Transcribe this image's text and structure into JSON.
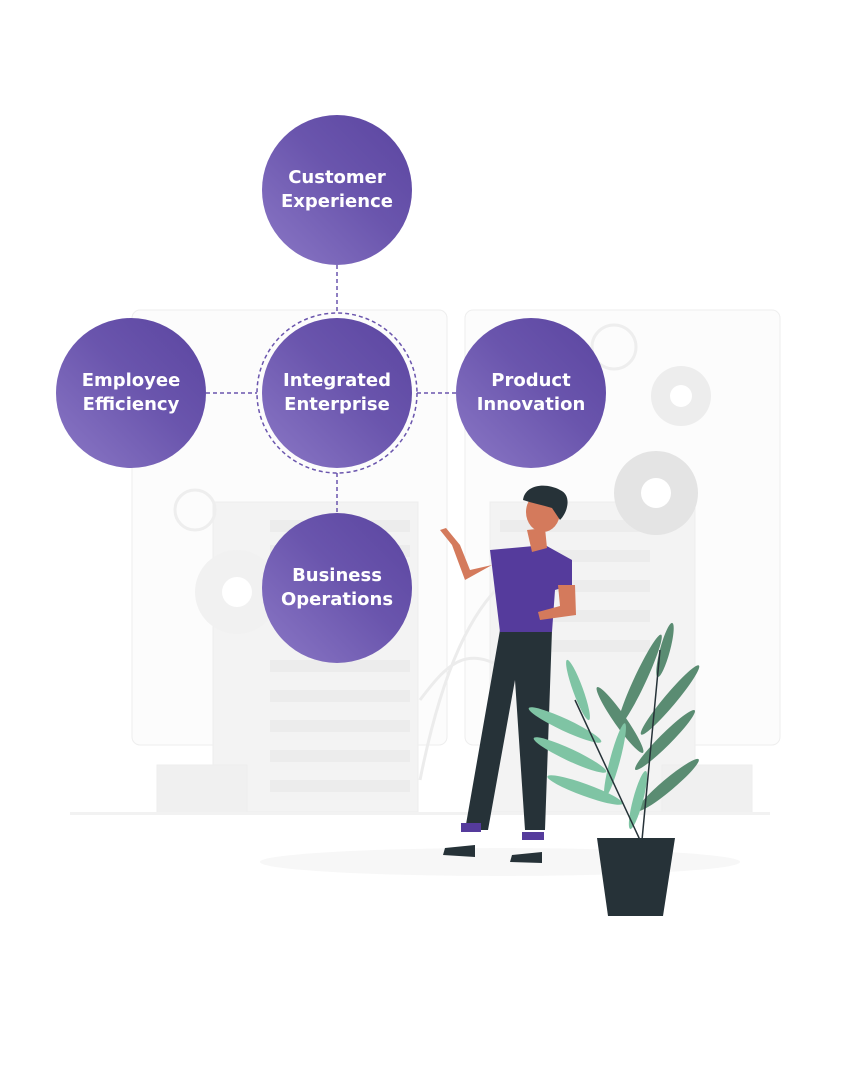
{
  "diagram": {
    "center": {
      "line1": "Integrated",
      "line2": "Enterprise"
    },
    "nodes": [
      {
        "id": "top",
        "line1": "Customer",
        "line2": "Experience"
      },
      {
        "id": "left",
        "line1": "Employee",
        "line2": "Efficiency"
      },
      {
        "id": "right",
        "line1": "Product",
        "line2": "Innovation"
      },
      {
        "id": "bottom",
        "line1": "Business",
        "line2": "Operations"
      }
    ]
  },
  "colors": {
    "accent": "#5b45a0",
    "shirt": "#553b9c",
    "pants": "#263238",
    "leaf_light": "#7fc4a4",
    "leaf_dark": "#5a8c72",
    "pot": "#263238"
  }
}
